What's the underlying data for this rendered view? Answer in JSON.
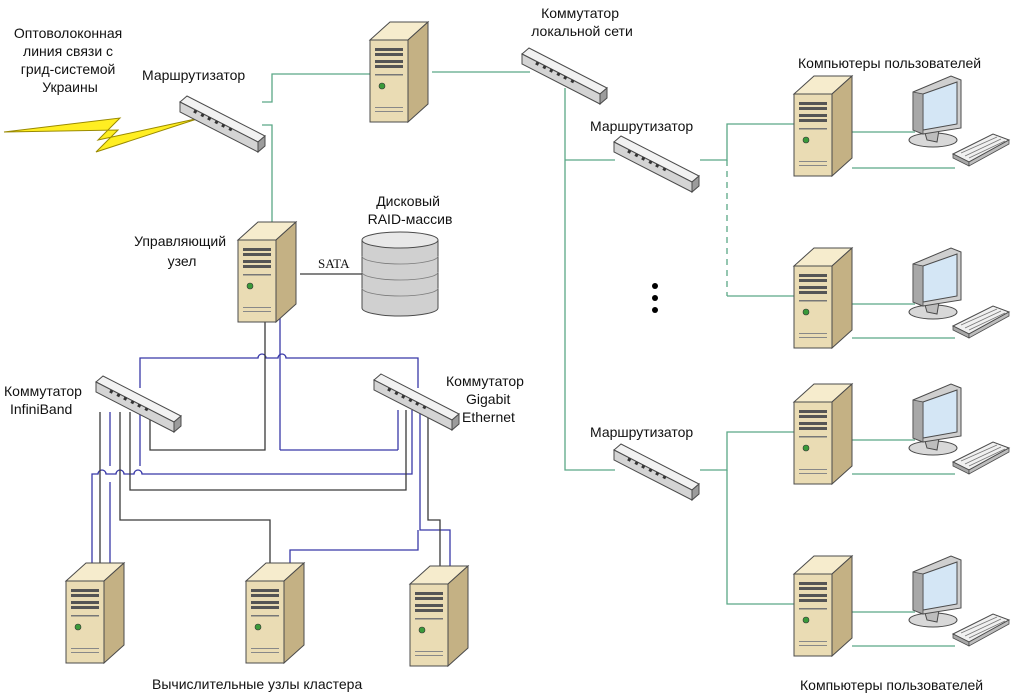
{
  "labels": {
    "fiber_line": [
      "Оптоволоконная",
      "линия связи с",
      "грид-системой",
      "Украины"
    ],
    "router_main": "Маршрутизатор",
    "lan_switch": [
      "Коммутатор",
      "локальной сети"
    ],
    "users_top": "Компьютеры пользователей",
    "router_upper": "Маршрутизатор",
    "raid": [
      "Дисковый",
      "RAID-массив"
    ],
    "control_node": [
      "Управляющий",
      "узел"
    ],
    "sata": "SATA",
    "ib_switch": [
      "Коммутатор",
      "InfiniBand"
    ],
    "gbe_switch": [
      "Коммутатор",
      "Gigabit",
      "Ethernet"
    ],
    "router_lower": "Маршрутизатор",
    "compute_nodes": "Вычислительные узлы кластера",
    "users_bottom": "Компьютеры пользователей"
  },
  "colors": {
    "lan_wire": "#5aa886",
    "infiniband_wire": "#3838a8",
    "ethernet_wire": "#3a3a3a",
    "lightning": "#ffee22",
    "server_body": "#eadcb4",
    "raid_body": "#d0d0d0",
    "monitor_screen": "#d4e6f5"
  },
  "icons": {
    "server": "server-tower-icon",
    "switch": "network-switch-icon",
    "workstation": "desktop-computer-icon",
    "storage": "disk-array-icon",
    "link": "lightning-bolt-icon"
  }
}
